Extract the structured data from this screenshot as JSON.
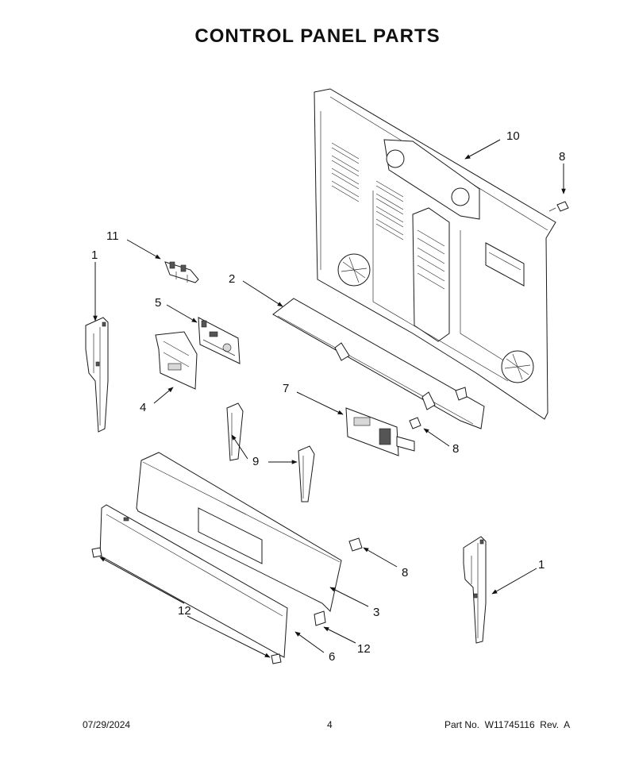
{
  "title": "CONTROL PANEL PARTS",
  "callouts": {
    "c10": "10",
    "c8a": "8",
    "c11": "11",
    "c1a": "1",
    "c2": "2",
    "c5": "5",
    "c4": "4",
    "c7": "7",
    "c8b": "8",
    "c9": "9",
    "c8c": "8",
    "c1b": "1",
    "c12a": "12",
    "c3": "3",
    "c12b": "12",
    "c6": "6"
  },
  "footer": {
    "date": "07/29/2024",
    "page": "4",
    "part_no": "Part No.  W11745116  Rev.  A"
  }
}
